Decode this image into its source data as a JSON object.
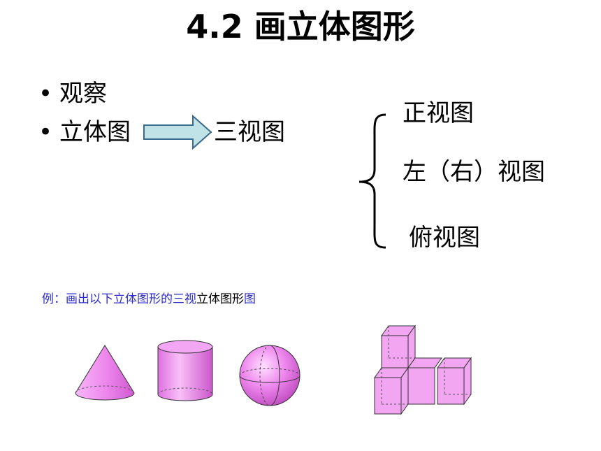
{
  "title": "4.2  画立体图形",
  "bullets": [
    {
      "marker": "•",
      "text": "观察"
    },
    {
      "marker": "•",
      "text": "立体图"
    }
  ],
  "arrow_target": "三视图",
  "views": [
    "正视图",
    "左（右）视图",
    "俯视图"
  ],
  "example": {
    "prefix": "例：画出以下立体图形的三视",
    "middle": "立体图形",
    "suffix": "图"
  },
  "colors": {
    "shape_fill": "#ee88ee",
    "shape_stroke": "#333333",
    "arrow_fill": "#bfe3e6",
    "arrow_stroke": "#3a6a8c",
    "example_blue": "#2b2bc8"
  }
}
